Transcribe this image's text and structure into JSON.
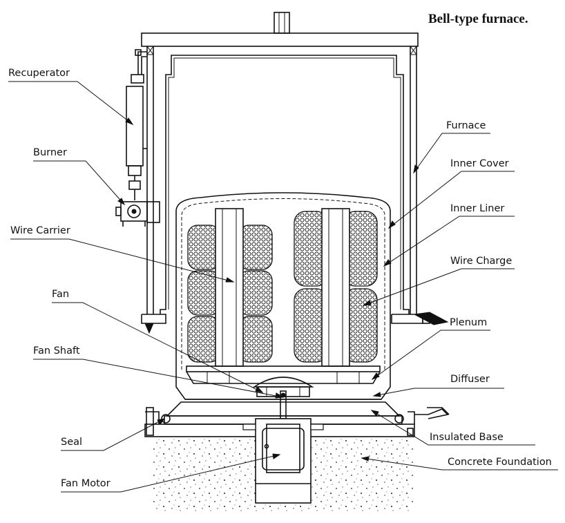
{
  "title": "Bell-type furnace.",
  "labels": {
    "recuperator": "Recuperator",
    "burner": "Burner",
    "wire_carrier": "Wire Carrier",
    "fan": "Fan",
    "fan_shaft": "Fan Shaft",
    "seal": "Seal",
    "fan_motor": "Fan Motor",
    "furnace": "Furnace",
    "inner_cover": "Inner Cover",
    "inner_liner": "Inner Liner",
    "wire_charge": "Wire Charge",
    "plenum": "Plenum",
    "diffuser": "Diffuser",
    "insulated_base": "Insulated Base",
    "concrete_foundation": "Concrete Foundation"
  },
  "colors": {
    "ink": "#111111",
    "background": "#ffffff"
  }
}
